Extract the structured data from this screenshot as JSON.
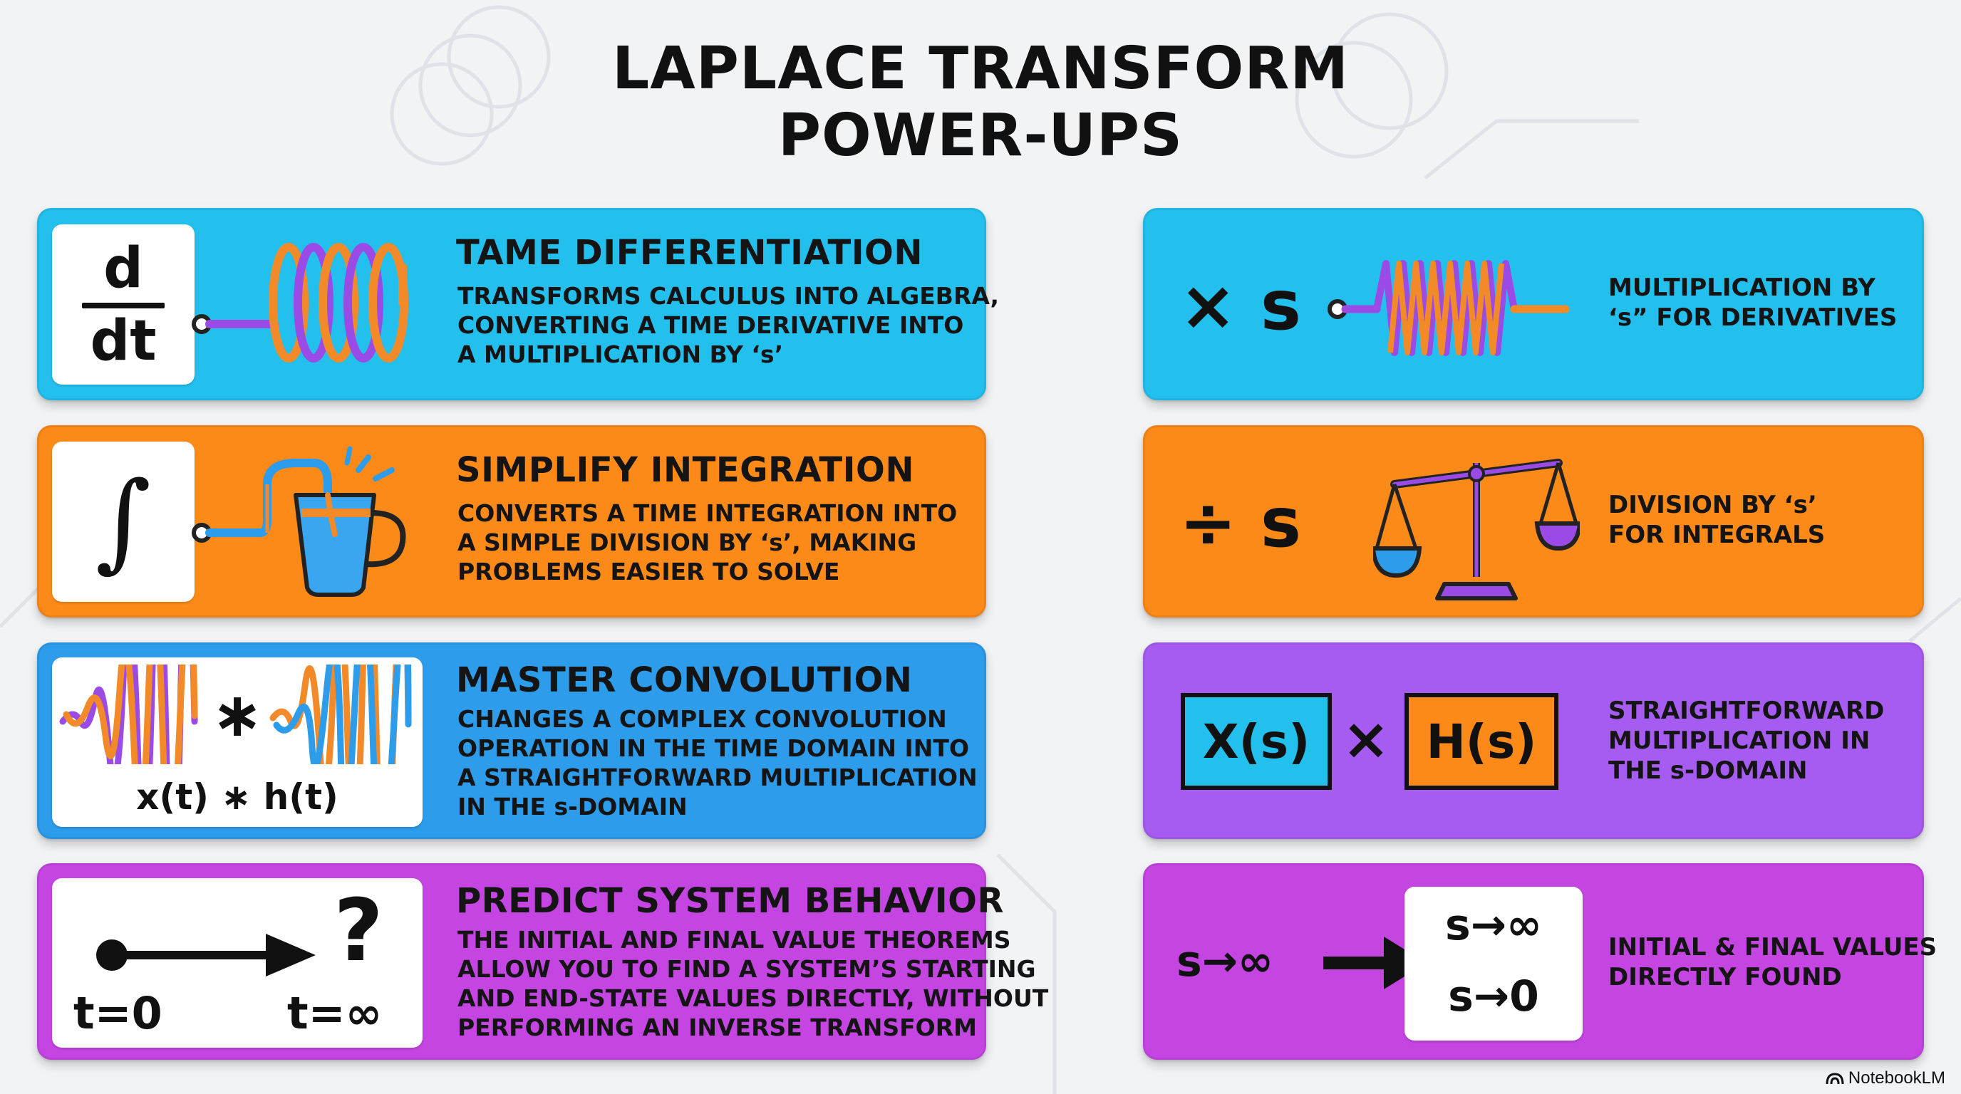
{
  "title": {
    "line1": "LAPLACE TRANSFORM",
    "line2": "POWER-UPS"
  },
  "colors": {
    "cyan": "#23c0ee",
    "orange": "#fb8a19",
    "blue": "#2c9ceb",
    "purple": "#a65cf0",
    "magenta": "#c545e2",
    "violet_coil": "#9a4be6",
    "orange_coil": "#f28a2a"
  },
  "cards": [
    {
      "title": "TAME DIFFERENTIATION",
      "desc": [
        "TRANSFORMS CALCULUS INTO ALGEBRA,",
        "CONVERTING A TIME DERIVATIVE INTO",
        "A MULTIPLICATION BY ‘s’"
      ],
      "icon_top": "d",
      "icon_bottom": "dt",
      "icon": "spring-coil-icon"
    },
    {
      "title": "SIMPLIFY INTEGRATION",
      "desc": [
        "CONVERTS A TIME INTEGRATION INTO",
        "A SIMPLE DIVISION BY ‘s’, MAKING",
        "PROBLEMS EASIER TO SOLVE"
      ],
      "icon_symbol": "∫",
      "icon": "filling-cup-icon"
    },
    {
      "title": "MASTER CONVOLUTION",
      "desc": [
        "CHANGES A COMPLEX CONVOLUTION",
        "OPERATION IN THE TIME DOMAIN INTO",
        "A STRAIGHTFORWARD MULTIPLICATION",
        "IN THE s-DOMAIN"
      ],
      "operator": "∗",
      "formula": "x(t) ∗ h(t)",
      "icon": "waveform-icon"
    },
    {
      "title": "PREDICT SYSTEM BEHAVIOR",
      "desc": [
        "THE INITIAL AND FINAL VALUE THEOREMS",
        "ALLOW YOU TO FIND A SYSTEM’S STARTING",
        "AND END-STATE VALUES DIRECTLY, WITHOUT",
        "PERFORMING AN INVERSE TRANSFORM"
      ],
      "label_start": "t=0",
      "label_end": "t=∞",
      "question": "?",
      "icon": "arrow-right-icon"
    }
  ],
  "right_cards": [
    {
      "symbol": "× s",
      "text": [
        "MULTIPLICATION BY",
        "‘s” FOR DERIVATIVES"
      ],
      "icon": "compressed-spring-icon"
    },
    {
      "symbol": "÷ s",
      "text": [
        "DIVISION BY ‘s’",
        "FOR INTEGRALS"
      ],
      "icon": "balance-scale-icon"
    },
    {
      "box1": "X(s)",
      "times": "×",
      "box2": "H(s)",
      "text": [
        "STRAIGHTFORWARD",
        "MULTIPLICATION IN",
        "THE s-DOMAIN"
      ]
    },
    {
      "left_expr": "s→∞",
      "top_expr": "s→∞",
      "bottom_expr": "s→0",
      "text": [
        "INITIAL & FINAL VALUES",
        "DIRECTLY FOUND"
      ],
      "icon": "arrow-right-icon"
    }
  ],
  "footer": {
    "brand": "NotebookLM",
    "icon": "notebooklm-logo-icon"
  }
}
